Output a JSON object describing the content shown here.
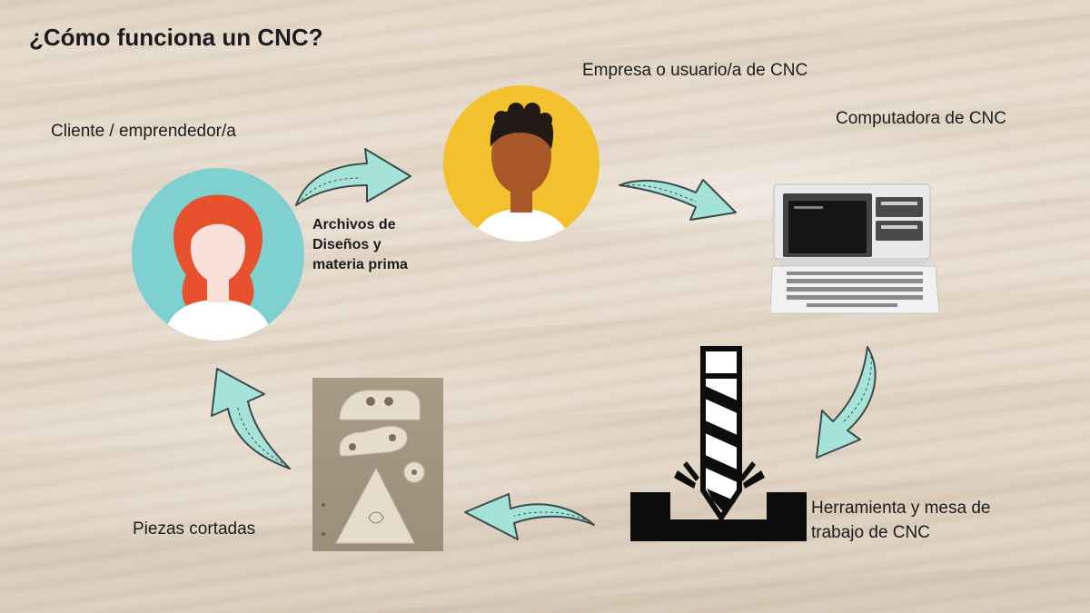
{
  "title": "¿Cómo funciona un CNC?",
  "nodes": {
    "client": "Cliente / emprendedor/a",
    "company": "Empresa o usuario/a de CNC",
    "computer": "Computadora de CNC",
    "tool": "Herramienta y mesa de trabajo de CNC",
    "pieces": "Piezas cortadas"
  },
  "edges": {
    "client_to_company": "Archivos de Diseños y materia prima"
  },
  "colors": {
    "arrow_fill": "#a5e3d8",
    "arrow_stroke": "#3d4a4c",
    "client_circle": "#7fd0d1",
    "client_hair": "#e8512d",
    "company_circle": "#f2c12d",
    "company_skin": "#a9582a",
    "face_light": "#f8dfd7",
    "shirt": "#ffffff",
    "tool_black": "#0d0d0d"
  },
  "icons": [
    "woman-avatar-icon",
    "man-avatar-icon",
    "retro-computer-icon",
    "drill-bit-icon",
    "cut-pieces-photo"
  ]
}
